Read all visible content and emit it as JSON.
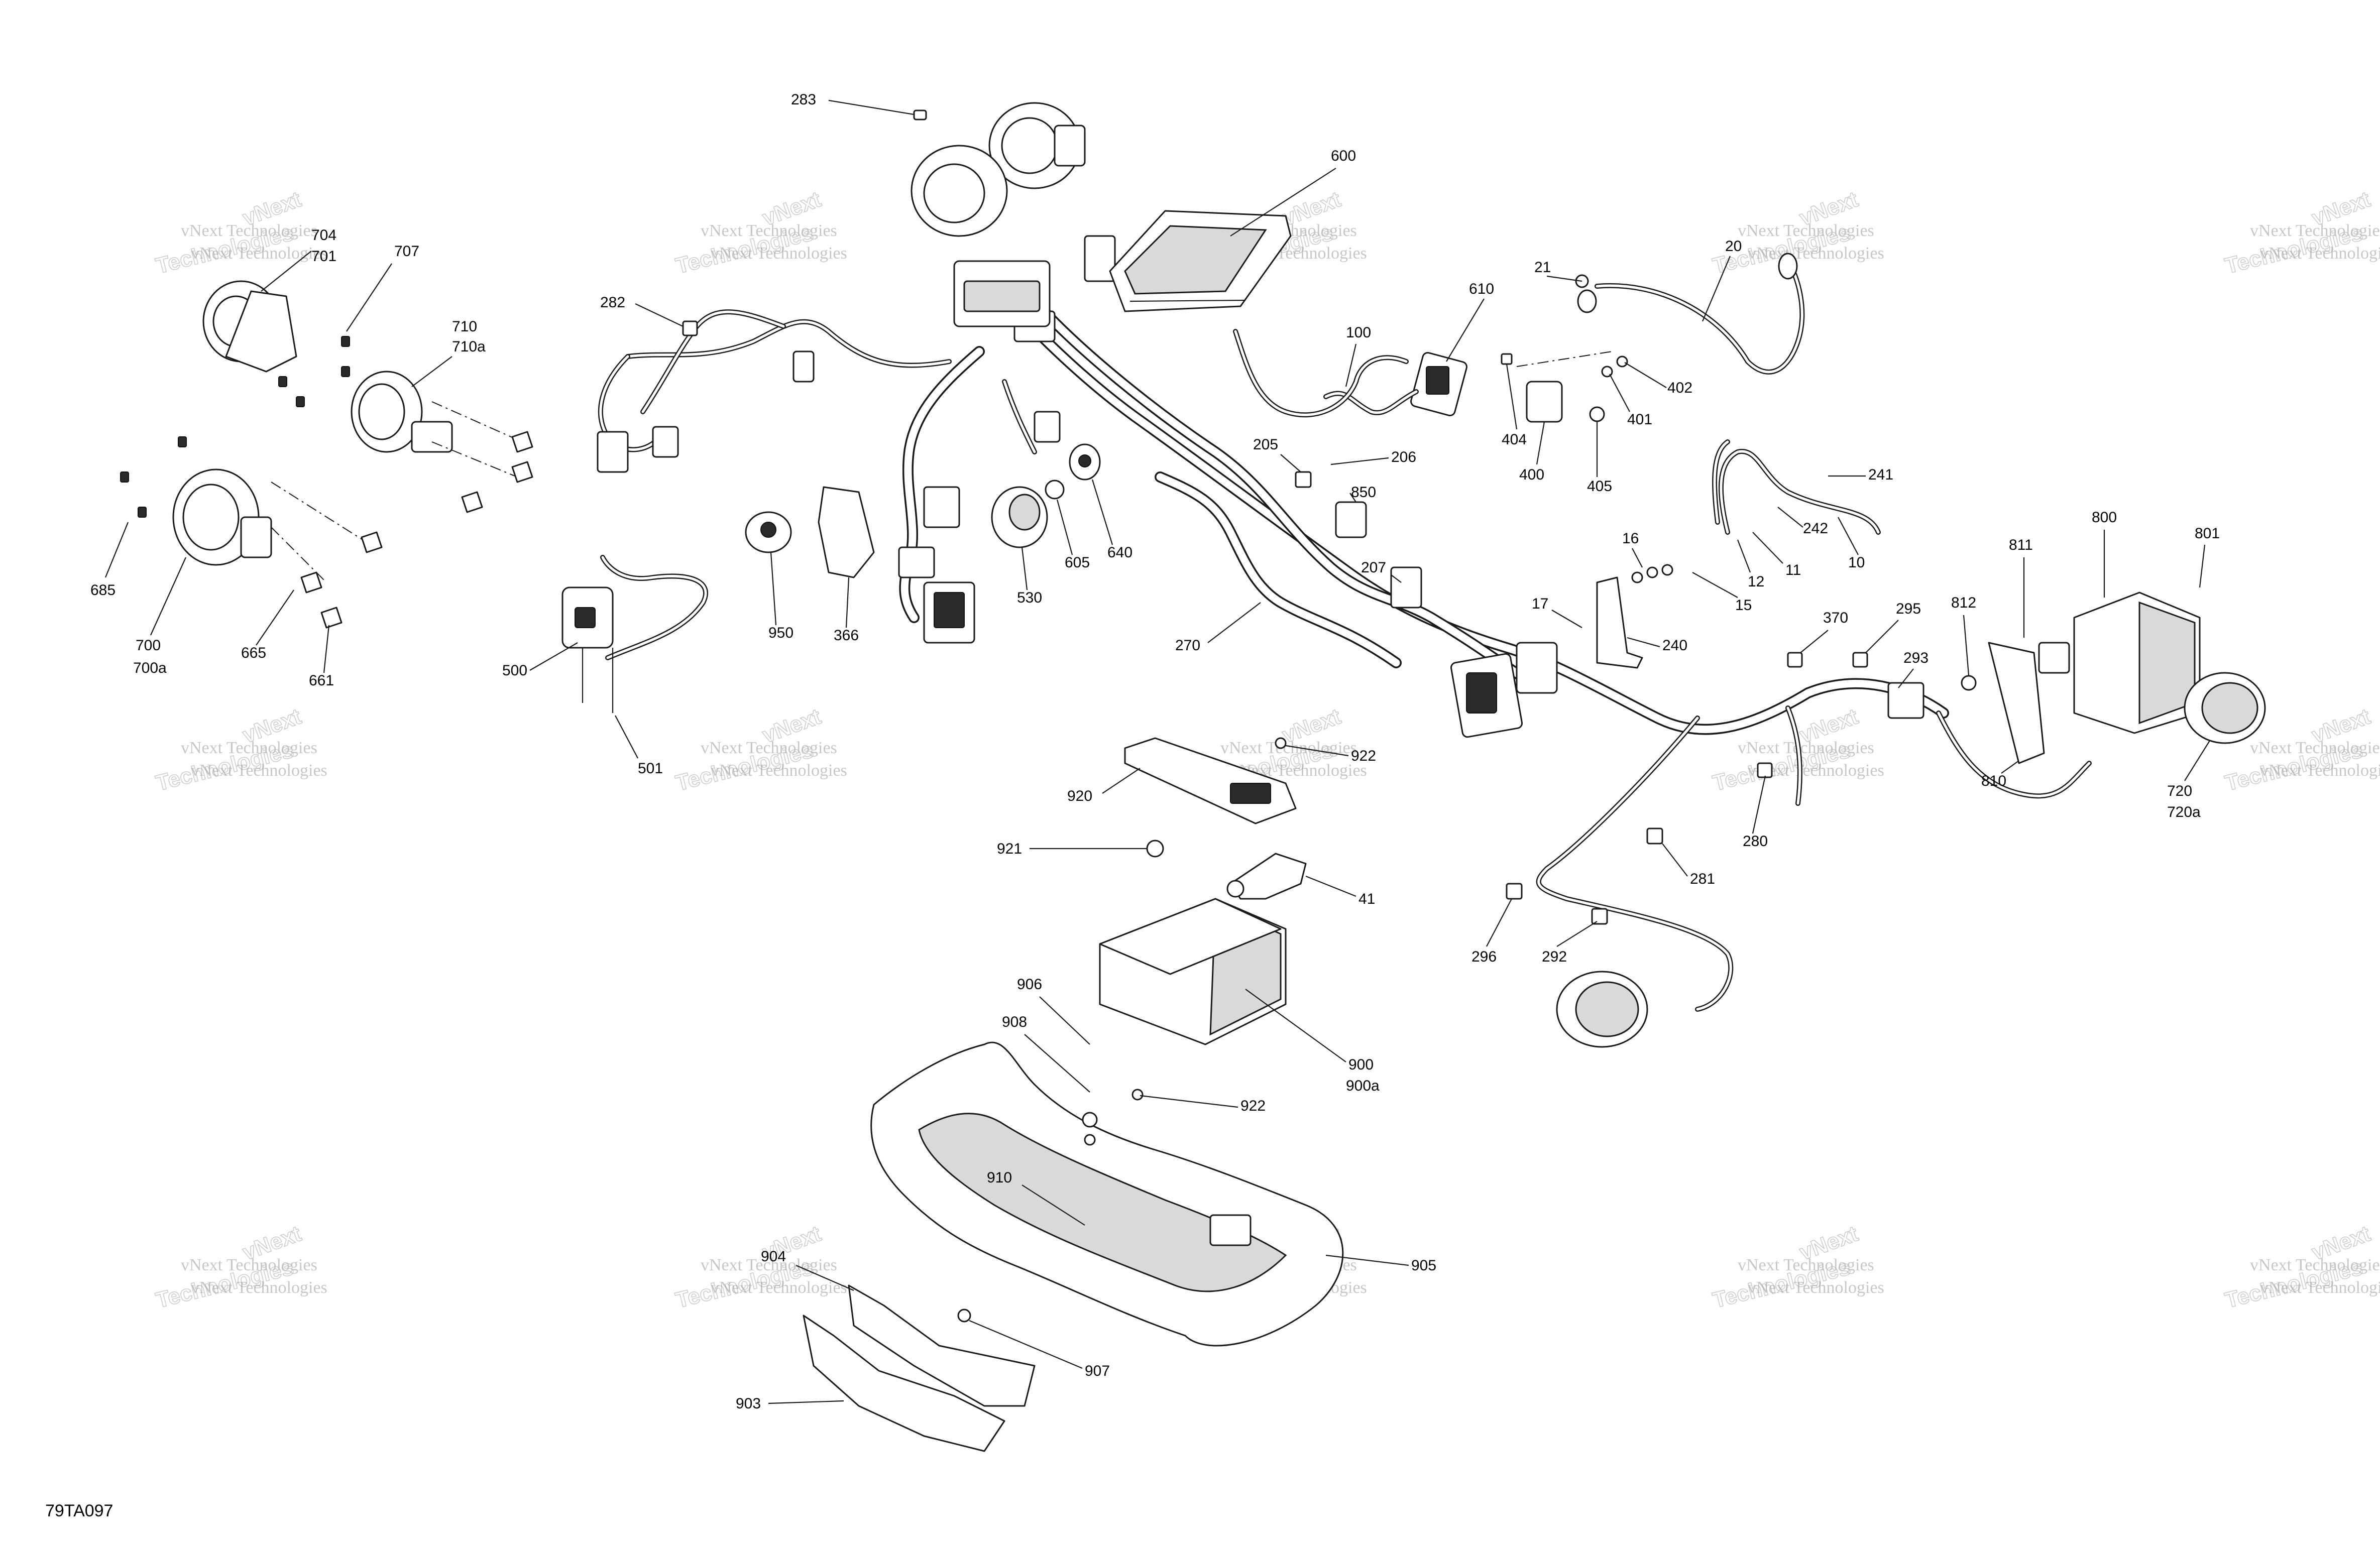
{
  "diagram_ref": "79TA097",
  "watermark": {
    "line1": "vNext Technologies",
    "arc_text": "vNext",
    "line2": "Technologies"
  },
  "callouts": [
    "283",
    "600",
    "704",
    "701",
    "707",
    "710",
    "710a",
    "282",
    "20",
    "21",
    "610",
    "100",
    "402",
    "401",
    "404",
    "400",
    "405",
    "205",
    "206",
    "850",
    "241",
    "242",
    "10",
    "16",
    "12",
    "11",
    "15",
    "17",
    "240",
    "685",
    "700",
    "700a",
    "665",
    "661",
    "500",
    "501",
    "950",
    "366",
    "530",
    "605",
    "640",
    "207",
    "270",
    "800",
    "801",
    "811",
    "812",
    "293",
    "295",
    "370",
    "810",
    "720",
    "720a",
    "922",
    "920",
    "921",
    "41",
    "280",
    "281",
    "296",
    "292",
    "906",
    "908",
    "900",
    "900a",
    "922",
    "910",
    "904",
    "905",
    "907",
    "903"
  ]
}
